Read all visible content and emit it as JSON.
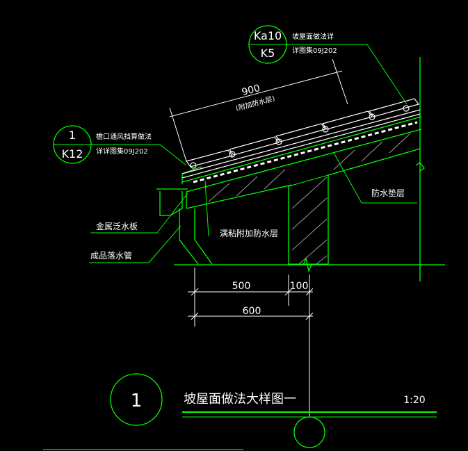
{
  "detail_ref_top": {
    "number": "Ka10",
    "sheet": "K5",
    "note_line1": "坡屋面做法详",
    "note_line2": "详图集09J202"
  },
  "detail_ref_left": {
    "number": "1",
    "sheet": "K12",
    "note_line1": "檐口通风挡算做法",
    "note_line2": "详详图集09J202"
  },
  "dimensions": {
    "slope_length": "900",
    "slope_note": "(附加防水层)",
    "d500": "500",
    "d100": "100",
    "d600": "600"
  },
  "labels": {
    "flashing": "金属泛水板",
    "downpipe": "成品落水管",
    "extra_waterproof": "满粘附加防水层",
    "underlayment": "防水垫层"
  },
  "title_block": {
    "number": "1",
    "title": "坡屋面做法大样图一",
    "scale": "1:20"
  },
  "colors": {
    "line_green": "#00ff00",
    "text_white": "#ffffff",
    "hatch_gray": "#9a9a9a"
  }
}
